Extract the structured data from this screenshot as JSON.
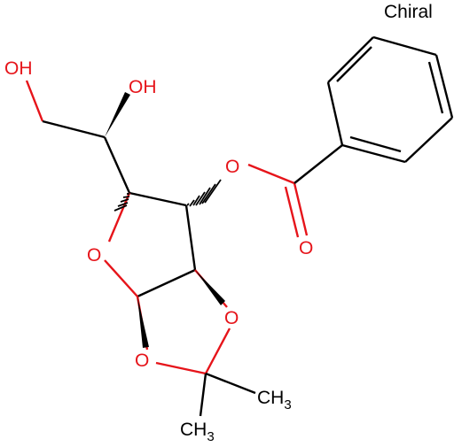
{
  "molecule": {
    "stereo_label": "Chiral",
    "atoms": {
      "hydroxyl_terminal": "OH",
      "hydroxyl_secondary": "OH",
      "ester_oxygen": "O",
      "carbonyl_oxygen": "O",
      "ring_oxygen": "O",
      "dioxolane_oxygen_right": "O",
      "dioxolane_oxygen_left": "O",
      "methyl_right_main": "CH",
      "methyl_right_sub": "3",
      "methyl_bottom_main": "CH",
      "methyl_bottom_sub": "3"
    }
  }
}
